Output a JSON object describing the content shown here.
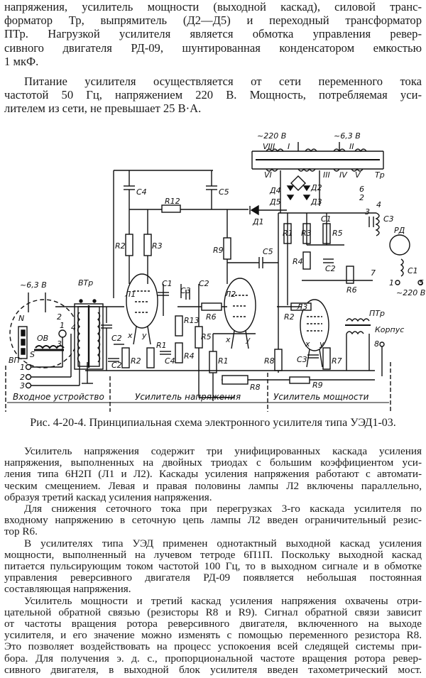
{
  "top_text": {
    "lines": [
      "напряжения, усилитель мощности (выходной каскад), силовой транс-",
      "форматор Тр, выпрямитель (Д2—Д5) и переходный трансформатор",
      "ПТр. Нагрузкой усилителя является обмотка управления ревер-",
      "сивного двигателя РД-09, шунтированная конденсатором емкостью",
      "1 мкФ.",
      "Питание усилителя осуществляется от сети переменного тока",
      "частотой 50 Гц, напряжением 220 В. Мощность, потребляемая уси-",
      "лителем из сети, не превышает 25 В·А."
    ]
  },
  "diagram": {
    "labels": [
      "~220 В",
      "~6,3 В",
      "Тр",
      "VIII",
      "I",
      "II",
      "VI",
      "III",
      "IV",
      "V",
      "Д4",
      "Д2",
      "Д5",
      "Д3",
      "C4",
      "C5",
      "R12",
      "Д1",
      "R2",
      "R3",
      "R9",
      "C5",
      "C1",
      "R1",
      "R3",
      "R5",
      "C3",
      "R4",
      "C2",
      "R6",
      "7",
      "РД",
      "C1",
      "1",
      "~220 В",
      "5",
      "~6,3 В",
      "ВТр",
      "Л1",
      "C1",
      "C3",
      "C2",
      "R13",
      "Л2",
      "R6",
      "R2",
      "Л3",
      "ПТр",
      "N",
      "ОВ",
      "S",
      "ВП",
      "C2",
      "C2",
      "R2",
      "R1",
      "C4",
      "R4",
      "R5",
      "R1",
      "R8",
      "C3",
      "R7",
      "Корпус",
      "8",
      "R8",
      "R9",
      "1",
      "2",
      "3",
      "x",
      "y",
      "x",
      "y",
      "x",
      "y",
      "4",
      "2",
      "1",
      "3",
      "3",
      "4",
      "6",
      "2"
    ],
    "sections": [
      "Входное устройство",
      "Усилитель напряжения",
      "Усилитель мощности"
    ],
    "caption": "Рис. 4-20-4. Принципиальная схема электронного усилителя типа УЭД1-03."
  },
  "bottom_text": {
    "lines": [
      "Усилитель напряжения содержит три унифицированных каскада усиления",
      "напряжения, выполненных на двойных триодах с большим коэффициентом уси-",
      "ления типа 6Н2П (Л1 и Л2). Каскады усиления напряжения работают с автомати-",
      "ческим смещением. Левая и правая половины лампы Л2 включены параллельно,",
      "образуя третий каскад усиления напряжения.",
      "Для снижения сеточного тока при перегрузках 3-го каскада усилителя по",
      "входному напряжению в сеточную цепь лампы Л2 введен ограничительный резис-",
      "тор R6.",
      "В усилителях типа УЭД применен однотактный выходной каскад усиления",
      "мощности, выполненный на лучевом тетроде 6П1П. Поскольку выходной каскад",
      "питается пульсирующим током частотой 100 Гц, то в выходном сигнале и в обмотке",
      "управления реверсивного двигателя РД-09 появляется небольшая постоянная",
      "составляющая напряжения.",
      "Усилитель мощности и третий каскад усиления напряжения охвачены отри-",
      "цательной обратной связью (резисторы R8 и R9). Сигнал обратной связи зависит",
      "от частоты вращения ротора реверсивного двигателя, включенного на выходе",
      "усилителя, и его значение можно изменять с помощью переменного резистора R8.",
      "Это позволяет воздействовать на процесс успокоения всей следящей системы при-",
      "бора. Для получения э. д. с., пропорциональной частоте вращения ротора ревер-",
      "сивного двигателя, в выходной блок усилителя введен тахометрический мост."
    ]
  }
}
